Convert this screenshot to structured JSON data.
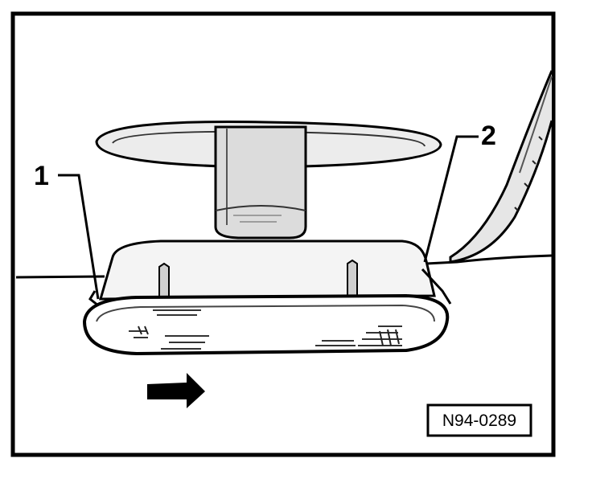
{
  "figure": {
    "callouts": [
      {
        "id": "1",
        "label": "1"
      },
      {
        "id": "2",
        "label": "2"
      }
    ],
    "reference_code": "N94-0289",
    "colors": {
      "ink": "#000000",
      "paper": "#ffffff",
      "shade": "#d9d9d9"
    }
  }
}
